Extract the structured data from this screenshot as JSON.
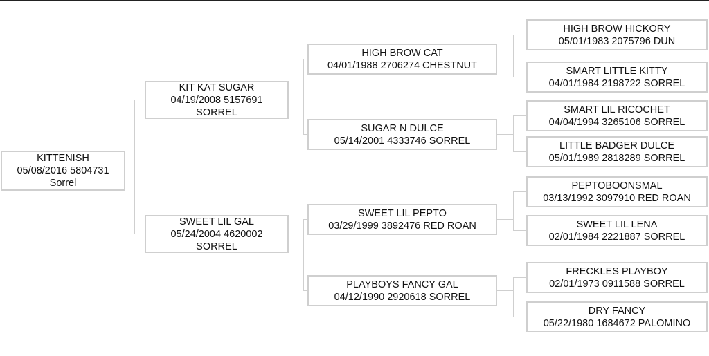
{
  "pedigree": {
    "subject": {
      "name": "KITTENISH",
      "details": "05/08/2016 5804731",
      "color": "Sorrel"
    },
    "sire": {
      "name": "KIT KAT SUGAR",
      "details": "04/19/2008 5157691",
      "color": "SORREL"
    },
    "dam": {
      "name": "SWEET LIL GAL",
      "details": "05/24/2004 4620002",
      "color": "SORREL"
    },
    "sire_sire": {
      "name": "HIGH BROW CAT",
      "details": "04/01/1988 2706274 CHESTNUT"
    },
    "sire_dam": {
      "name": "SUGAR N DULCE",
      "details": "05/14/2001 4333746 SORREL"
    },
    "dam_sire": {
      "name": "SWEET LIL PEPTO",
      "details": "03/29/1999 3892476 RED ROAN"
    },
    "dam_dam": {
      "name": "PLAYBOYS FANCY GAL",
      "details": "04/12/1990 2920618 SORREL"
    },
    "gen3": [
      {
        "name": "HIGH BROW HICKORY",
        "details": "05/01/1983 2075796 DUN"
      },
      {
        "name": "SMART LITTLE KITTY",
        "details": "04/01/1984 2198722 SORREL"
      },
      {
        "name": "SMART LIL RICOCHET",
        "details": "04/04/1994 3265106 SORREL"
      },
      {
        "name": "LITTLE BADGER DULCE",
        "details": "05/01/1989 2818289 SORREL"
      },
      {
        "name": "PEPTOBOONSMAL",
        "details": "03/13/1992 3097910 RED ROAN"
      },
      {
        "name": "SWEET LIL LENA",
        "details": "02/01/1984 2221887 SORREL"
      },
      {
        "name": "FRECKLES PLAYBOY",
        "details": "02/01/1973 0911588 SORREL"
      },
      {
        "name": "DRY FANCY",
        "details": "05/22/1980 1684672 PALOMINO"
      }
    ]
  }
}
